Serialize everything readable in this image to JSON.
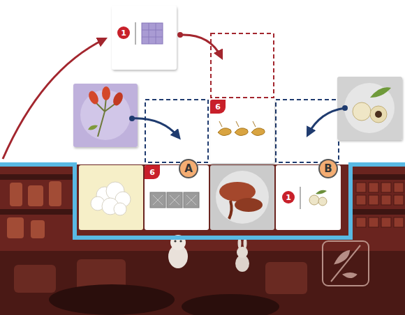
{
  "diagram": {
    "nodes": [
      {
        "text": [
          "1"
        ]
      },
      {
        "text": [
          "6"
        ]
      },
      {
        "text": [
          "6"
        ]
      },
      {
        "text": [
          "1"
        ]
      },
      {
        "text": [
          "A"
        ]
      },
      {
        "text": [
          "B"
        ]
      }
    ]
  }
}
